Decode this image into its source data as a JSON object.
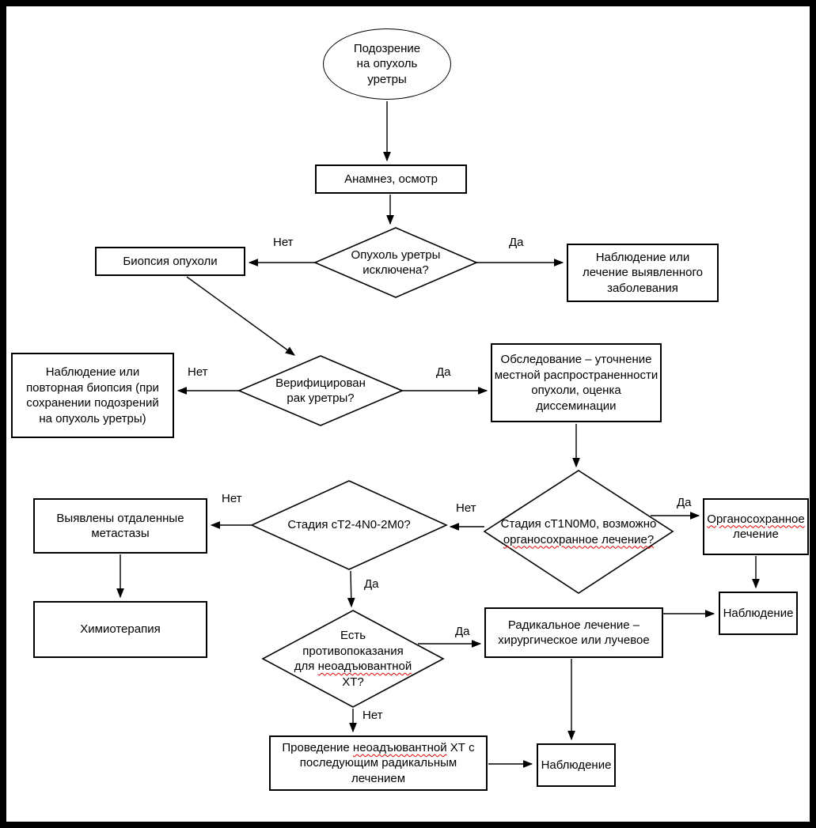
{
  "nodes": {
    "start": {
      "label": "Подозрение\nна опухоль\nуретры"
    },
    "anamnesis": {
      "label": "Анамнез, осмотр"
    },
    "d_excluded": {
      "label": "Опухоль уретры\nисключена?"
    },
    "biopsy": {
      "label": "Биопсия опухоли"
    },
    "observe_or_treat": {
      "label": "Наблюдение или\nлечение выявленного\nзаболевания"
    },
    "d_verified": {
      "label": "Верифицирован\nрак уретры?"
    },
    "observe_rebiopsy": {
      "label": "Наблюдение или\nповторная биопсия (при\nсохранении подозрений\nна опухоль уретры)"
    },
    "exam": {
      "label": "Обследование – уточнение\nместной распространенности\nопухоли, оценка диссеминации"
    },
    "d_ct1": {
      "line1": "Стадия cT1N0M0, возможно\n",
      "line2_wavy": "органосохранное лечение?"
    },
    "organ_sparing": {
      "line1_wavy": "Органосохранное",
      "line2": "\nлечение"
    },
    "observation_right": {
      "label": "Наблюдение"
    },
    "d_ct24": {
      "label": "Стадия cT2-4N0-2M0?"
    },
    "metastases": {
      "label": "Выявлены отдаленные\nметастазы"
    },
    "chemo": {
      "label": "Химиотерапия"
    },
    "d_contra": {
      "part1": "Есть\nпротивопоказания\nдля ",
      "part2_wavy": "неоадъювантной",
      "part3": "\nХТ?"
    },
    "radical": {
      "label": "Радикальное лечение –\nхирургическое или лучевое"
    },
    "observation_mid": {
      "label": "Наблюдение"
    },
    "neoadjuvant": {
      "part1": "Проведение ",
      "part2_wavy": "неоадъювантной",
      "part3": " ХТ с\nпоследующим радикальным лечением"
    }
  },
  "edge_labels": {
    "excluded_no": "Нет",
    "excluded_yes": "Да",
    "verified_no": "Нет",
    "verified_yes": "Да",
    "ct1_no": "Нет",
    "ct1_yes": "Да",
    "ct24_no": "Нет",
    "ct24_yes": "Да",
    "contra_yes": "Да",
    "contra_no": "Нет"
  },
  "colors": {
    "stroke": "#000000",
    "background": "#ffffff",
    "frame": "#000000",
    "spellcheck_underline": "#e00000"
  }
}
